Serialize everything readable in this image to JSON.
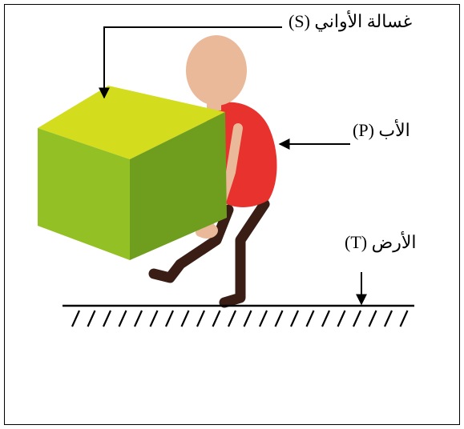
{
  "labels": {
    "dishwasher": "غسالة الأواني (S)",
    "father": "الأب (P)",
    "ground": "الأرض (T)"
  },
  "colors": {
    "cube_top": "#d4dc1e",
    "cube_front": "#93c024",
    "cube_side": "#6f9e1f",
    "shirt": "#e8322d",
    "skin": "#e9b999",
    "legs": "#3a1e16",
    "lines": "#000000"
  }
}
